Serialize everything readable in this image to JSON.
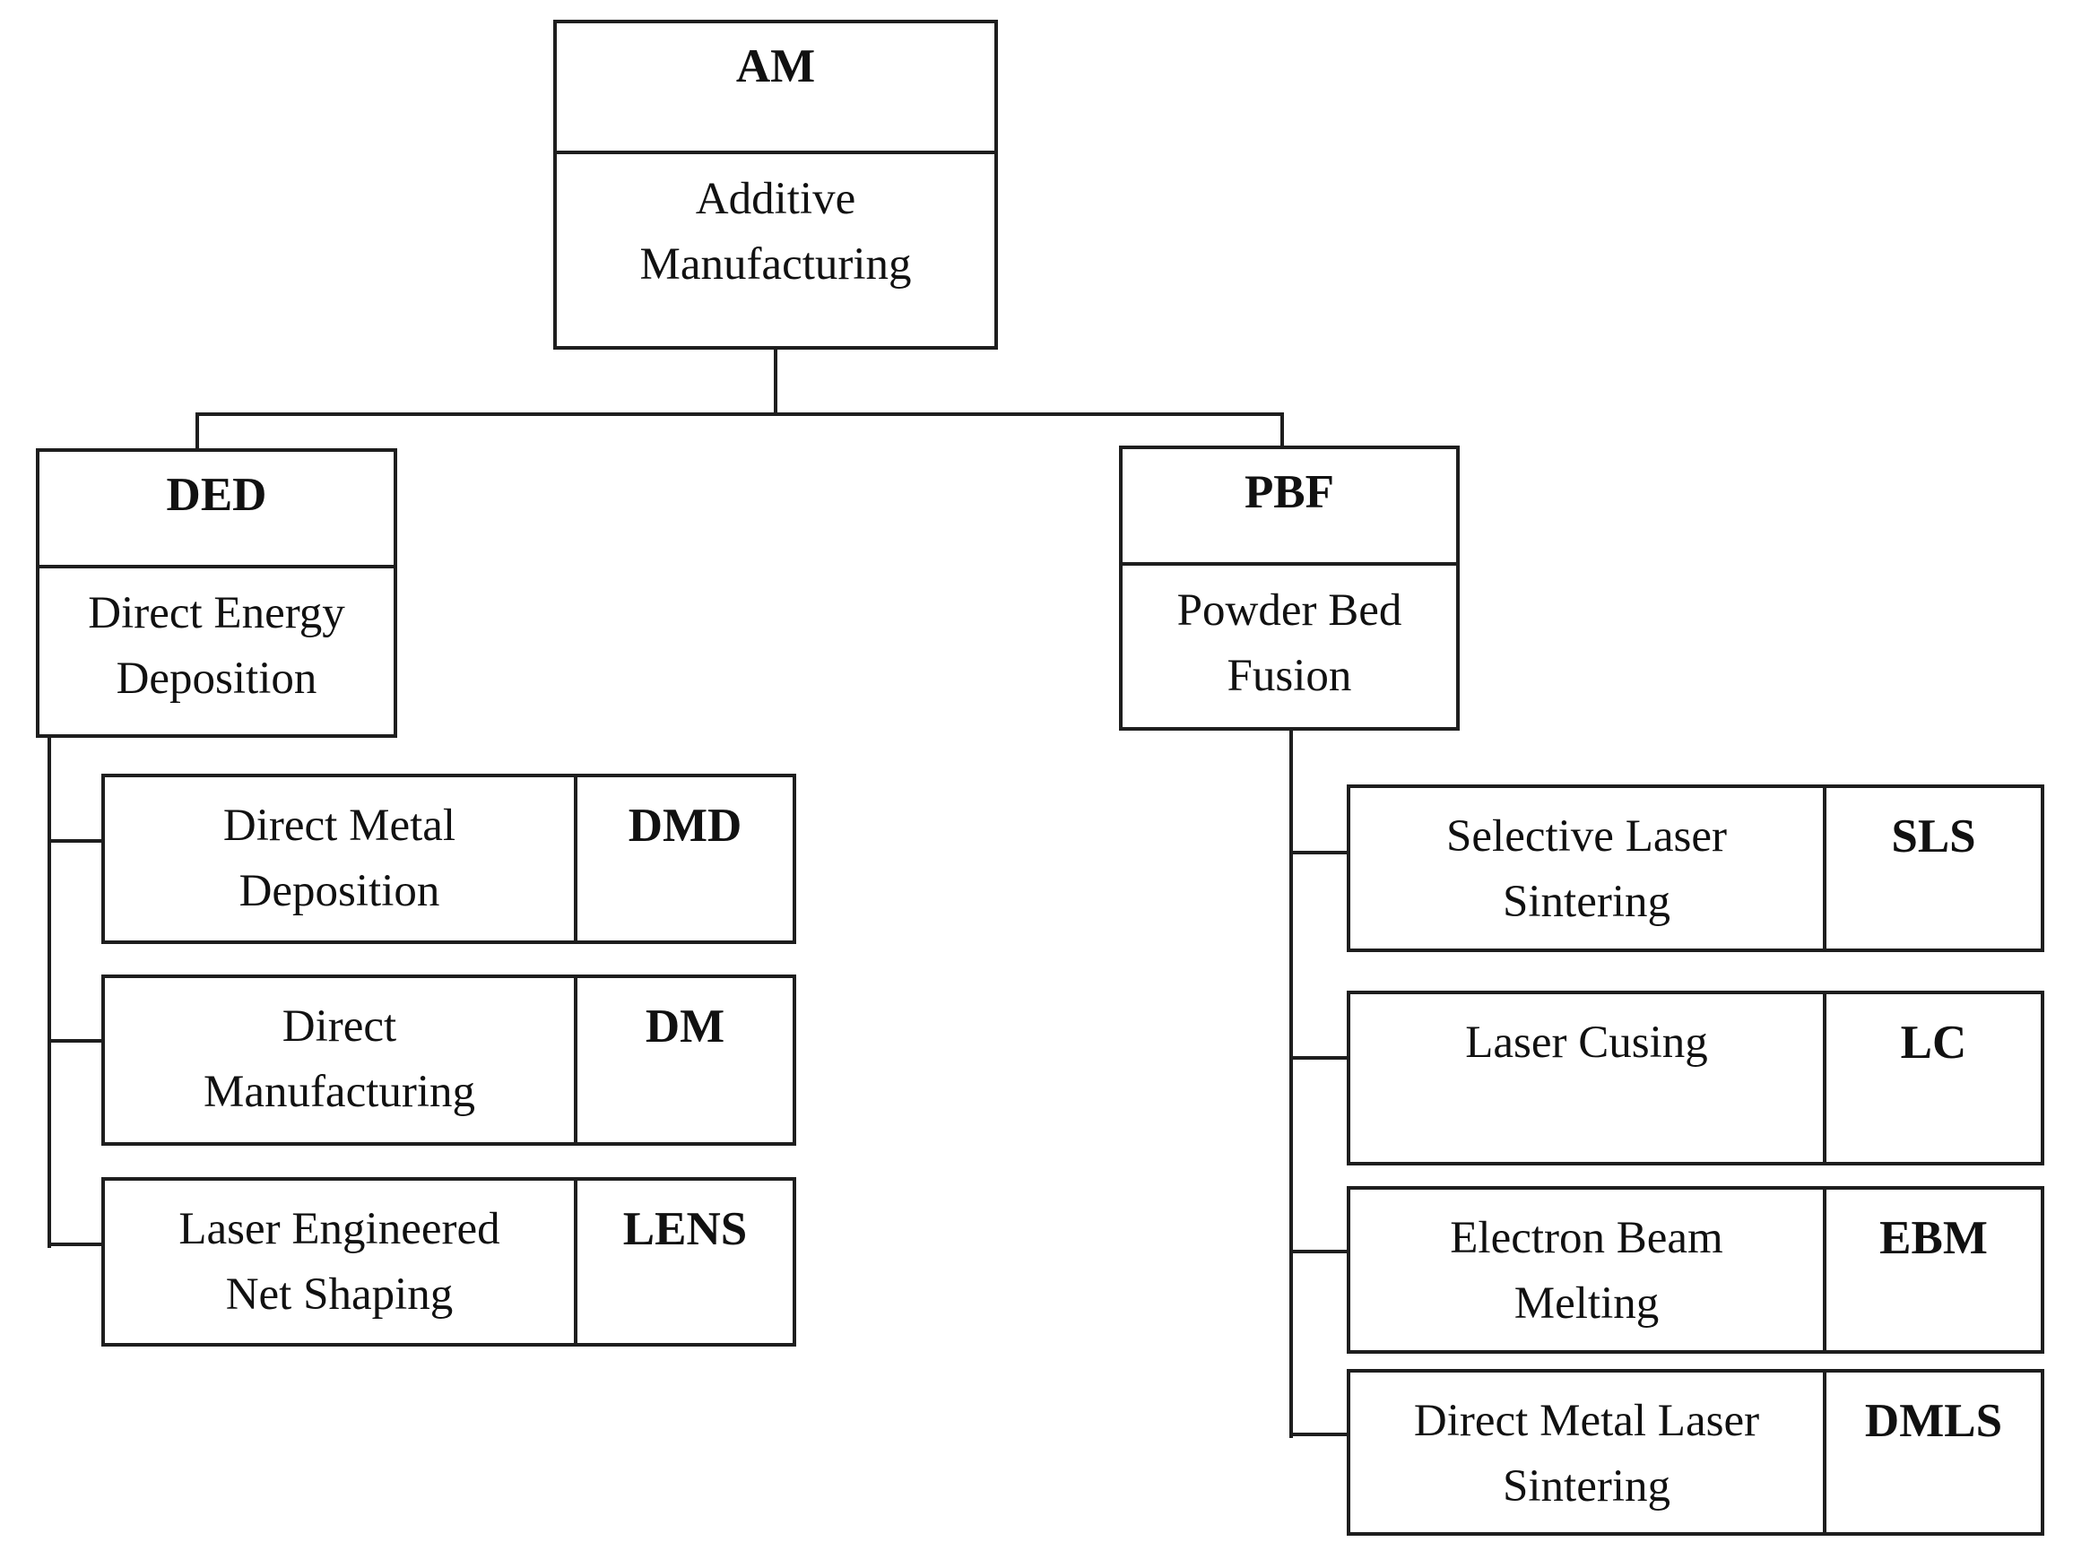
{
  "colors": {
    "background": "#ffffff",
    "line": "#1e1e1e",
    "text": "#111111"
  },
  "tree": {
    "root": {
      "acronym": "AM",
      "name": [
        "Additive",
        "Manufacturing"
      ]
    },
    "branches": [
      {
        "acronym": "DED",
        "name": [
          "Direct Energy",
          "Deposition"
        ],
        "children": [
          {
            "name": [
              "Direct Metal",
              "Deposition"
            ],
            "acronym": "DMD"
          },
          {
            "name": [
              "Direct",
              "Manufacturing"
            ],
            "acronym": "DM"
          },
          {
            "name": [
              "Laser Engineered",
              "Net Shaping"
            ],
            "acronym": "LENS"
          }
        ]
      },
      {
        "acronym": "PBF",
        "name": [
          "Powder Bed",
          "Fusion"
        ],
        "children": [
          {
            "name": [
              "Selective Laser",
              "Sintering"
            ],
            "acronym": "SLS"
          },
          {
            "name": [
              "Laser Cusing"
            ],
            "acronym": "LC"
          },
          {
            "name": [
              "Electron Beam",
              "Melting"
            ],
            "acronym": "EBM"
          },
          {
            "name": [
              "Direct Metal Laser",
              "Sintering"
            ],
            "acronym": "DMLS"
          }
        ]
      }
    ]
  }
}
